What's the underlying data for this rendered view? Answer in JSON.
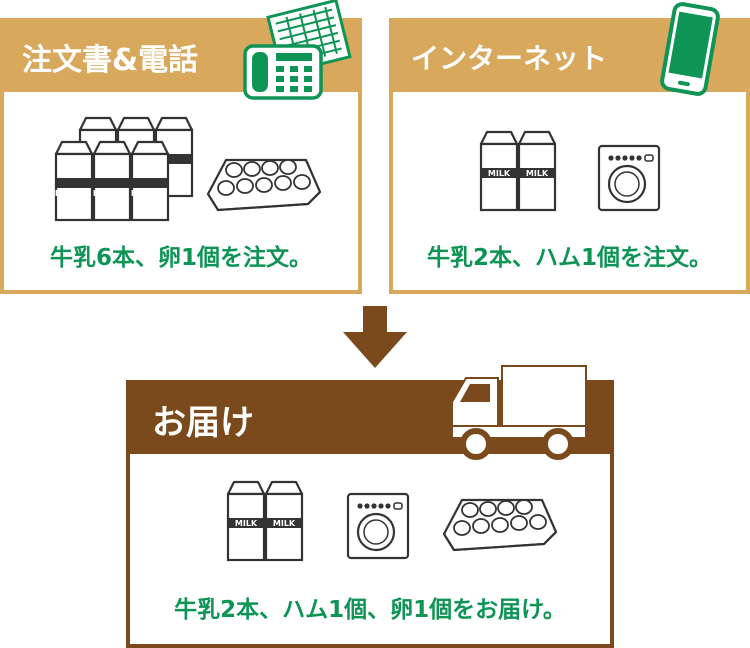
{
  "colors": {
    "tan": "#d8a85c",
    "brown": "#7a4a1c",
    "green": "#0e9455",
    "ink": "#333333"
  },
  "panel_order_form": {
    "title": "注文書&電話",
    "items": [
      "milk-carton-icon x6",
      "egg-carton-icon"
    ],
    "caption": "牛乳6本、卵1個を注文。",
    "icons": [
      "order-form-icon",
      "fax-phone-icon"
    ]
  },
  "panel_internet": {
    "title": "インターネット",
    "items": [
      "milk-carton-icon x2",
      "ham-package-icon"
    ],
    "caption": "牛乳2本、ハム1個を注文。",
    "icons": [
      "smartphone-icon"
    ]
  },
  "panel_delivery": {
    "title": "お届け",
    "items": [
      "milk-carton-icon x2",
      "ham-package-icon",
      "egg-carton-icon"
    ],
    "caption": "牛乳2本、ハム1個、卵1個をお届け。",
    "icons": [
      "delivery-truck-icon"
    ]
  },
  "product_label": "MILK"
}
